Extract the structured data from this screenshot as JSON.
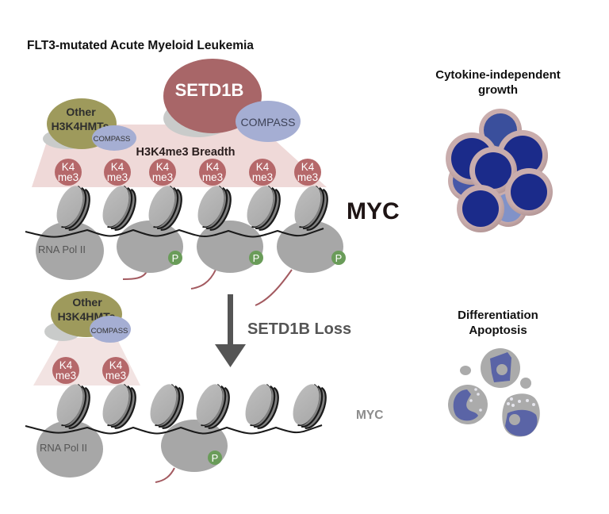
{
  "title": "FLT3-mutated Acute Myeloid Leukemia",
  "colors": {
    "setd1b": "#a86668",
    "compass": "#a5aed3",
    "other_hmts": "#9e9a5c",
    "shadow_gray": "#c9cbca",
    "breadth_pink": "#efd9d8",
    "k4me3_mark": "#b5686a",
    "nucleosome_light": "#b4b4b4",
    "nucleosome_dark": "#808080",
    "dna": "#1a1a1a",
    "pol2": "#a7a7a7",
    "phospho": "#6a9c59",
    "rna": "#a35a60",
    "arrow": "#555555",
    "cell_nucleus": "#1b2b8a",
    "cell_membrane": "#c2a6a6",
    "apoptotic_body": "#ababab",
    "apoptotic_nucleus": "#5a64a6"
  },
  "top_panel": {
    "setd1b_label": "SETD1B",
    "compass_label": "COMPASS",
    "other_hmts_label_line1": "Other",
    "other_hmts_label_line2": "H3K4HMTs",
    "other_compass_label": "COMPASS",
    "breadth_label": "H3K4me3 Breadth",
    "k4me3_marks": [
      {
        "line1": "K4",
        "line2": "me3"
      },
      {
        "line1": "K4",
        "line2": "me3"
      },
      {
        "line1": "K4",
        "line2": "me3"
      },
      {
        "line1": "K4",
        "line2": "me3"
      },
      {
        "line1": "K4",
        "line2": "me3"
      },
      {
        "line1": "K4",
        "line2": "me3"
      }
    ],
    "nucleosome_count": 6,
    "pol2_label": "RNA Pol II",
    "phospho_label": "P",
    "gene_label": "MYC",
    "outcome_label_line1": "Cytokine-independent",
    "outcome_label_line2": "growth"
  },
  "transition": {
    "label": "SETD1B Loss"
  },
  "bottom_panel": {
    "other_hmts_label_line1": "Other",
    "other_hmts_label_line2": "H3K4HMTs",
    "other_compass_label": "COMPASS",
    "k4me3_marks": [
      {
        "line1": "K4",
        "line2": "me3"
      },
      {
        "line1": "K4",
        "line2": "me3"
      }
    ],
    "nucleosome_count": 6,
    "pol2_label": "RNA Pol II",
    "phospho_label": "P",
    "gene_label": "MYC",
    "outcome_label_line1": "Differentiation",
    "outcome_label_line2": "Apoptosis"
  }
}
